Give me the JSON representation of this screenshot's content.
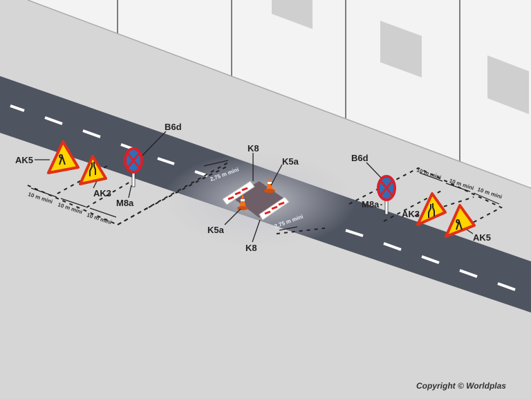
{
  "labels": {
    "ak5_left": "AK5",
    "ak3_left": "AK3",
    "b6d_left": "B6d",
    "m8a_left": "M8a",
    "k8_top": "K8",
    "k5a_top": "K5a",
    "k5a_bottom": "K5a",
    "k8_bottom": "K8",
    "b6d_right": "B6d",
    "m8a_right": "M8a",
    "ak3_right": "AK3",
    "ak5_right": "AK5"
  },
  "dimensions": {
    "left": [
      "10 m mini",
      "10 m mini",
      "10 m mini"
    ],
    "right": [
      "10 m mini",
      ". 10 m mini",
      "10 m mini"
    ],
    "lane_top": "2,75 m mini",
    "lane_bottom": "2,75 m mini"
  },
  "copyright": "Copyright © Worldplas",
  "colors": {
    "road": "#4e5360",
    "sidewalk": "#d4d4d4",
    "building": "#f4f4f4",
    "sign_red": "#d8202a",
    "sign_yellow": "#ffd400",
    "sign_blue": "#2f6fb8",
    "cone": "#f07020"
  }
}
